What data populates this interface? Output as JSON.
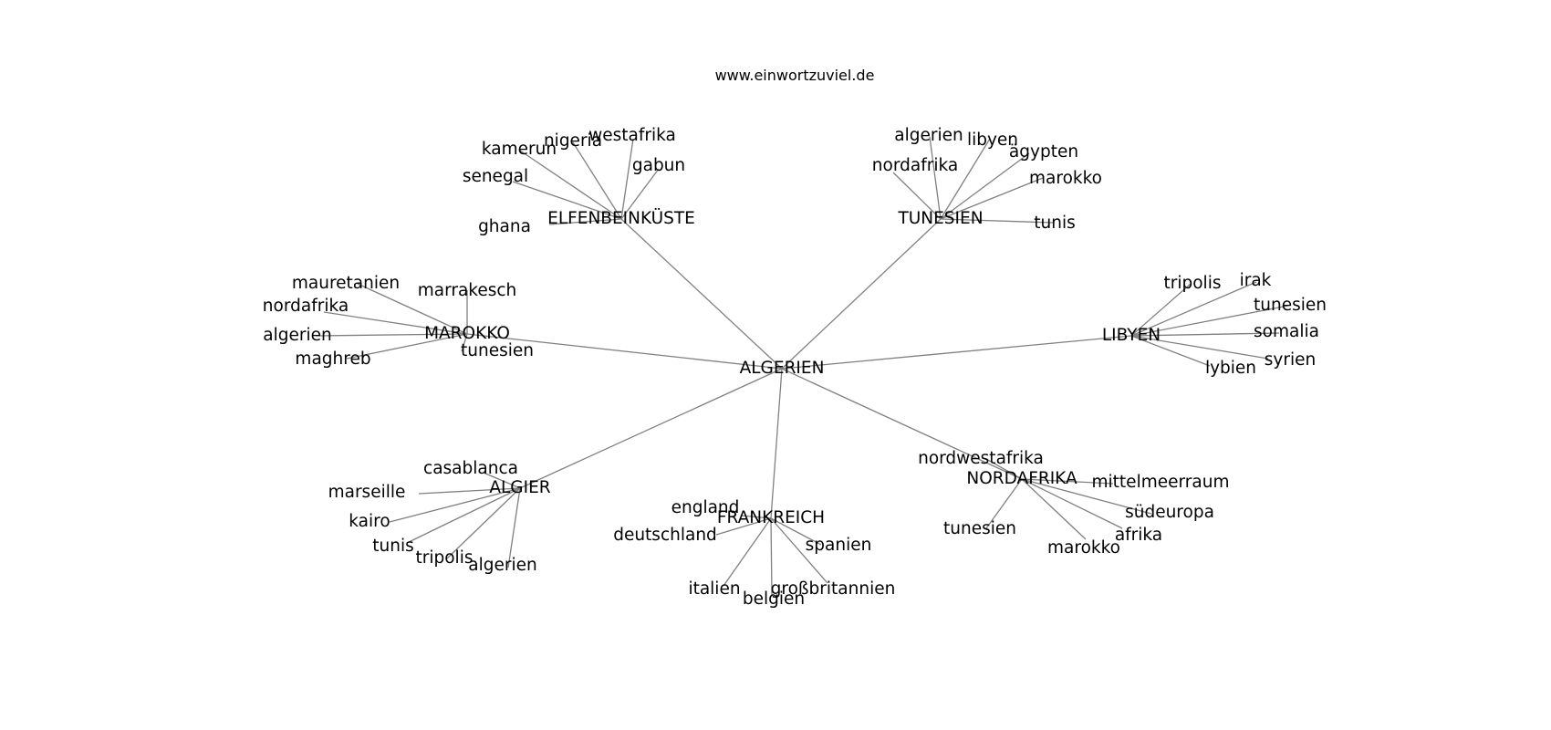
{
  "credit": "www.einwortzuviel.de",
  "colors": {
    "edge": "#808080",
    "text": "#000000",
    "background": "#ffffff"
  },
  "graph": {
    "center": "ALGERIEN",
    "clusters": [
      {
        "hub": "ELFENBEINKÜSTE",
        "leaves": [
          "westafrika",
          "nigeria",
          "kamerun",
          "gabun",
          "senegal",
          "ghana"
        ]
      },
      {
        "hub": "TUNESIEN",
        "leaves": [
          "algerien",
          "libyen",
          "nordafrika",
          "ägypten",
          "marokko",
          "tunis"
        ]
      },
      {
        "hub": "MAROKKO",
        "leaves": [
          "mauretanien",
          "marrakesch",
          "nordafrika",
          "algerien",
          "tunesien",
          "maghreb"
        ]
      },
      {
        "hub": "LIBYEN",
        "leaves": [
          "tripolis",
          "irak",
          "tunesien",
          "somalia",
          "syrien",
          "lybien"
        ]
      },
      {
        "hub": "ALGIER",
        "leaves": [
          "casablanca",
          "marseille",
          "kairo",
          "tunis",
          "tripolis",
          "algerien"
        ]
      },
      {
        "hub": "FRANKREICH",
        "leaves": [
          "england",
          "deutschland",
          "spanien",
          "italien",
          "belgien",
          "großbritannien"
        ]
      },
      {
        "hub": "NORDAFRIKA",
        "leaves": [
          "nordwestafrika",
          "mittelmeerraum",
          "südeuropa",
          "afrika",
          "tunesien",
          "marokko"
        ]
      }
    ]
  }
}
